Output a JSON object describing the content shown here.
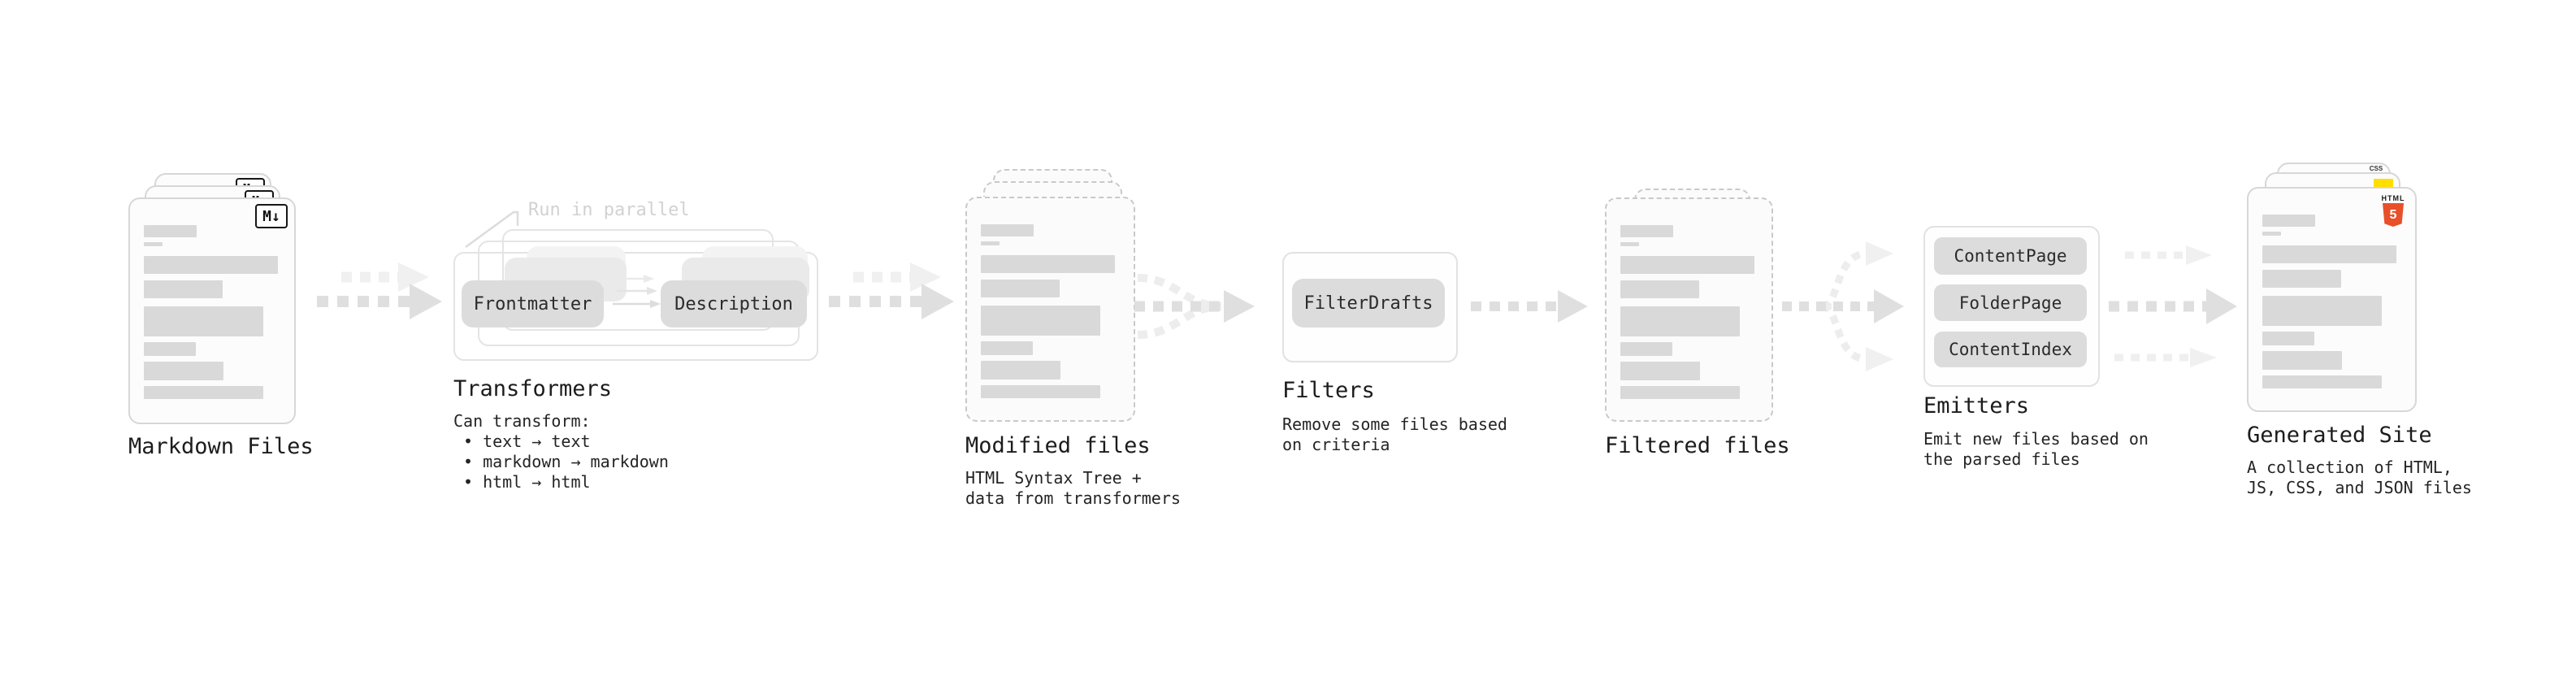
{
  "colors": {
    "placeholder_bar": "#d9d9d9",
    "pill_background": "#dcdcdc",
    "card_border": "#d7d7d7",
    "dashed_border": "#c9c9c9",
    "arrow": "#dfdfdf",
    "arrow_light": "#efefef",
    "annotation_gray": "#d2d2d2",
    "html5_orange": "#e8502a",
    "js_yellow": "#ffdf00",
    "css_blue": "#2b6bdd"
  },
  "stages": {
    "markdown_files": {
      "label": "Markdown Files",
      "badge": "M↓"
    },
    "transformers": {
      "label": "Transformers",
      "annotation": "Run in parallel",
      "pills": [
        "Frontmatter",
        "Description"
      ],
      "description_title": "Can transform:",
      "bullets": [
        "• text → text",
        "• markdown → markdown",
        "• html → html"
      ]
    },
    "modified_files": {
      "label": "Modified files",
      "description": [
        "HTML Syntax Tree +",
        "data from transformers"
      ]
    },
    "filters": {
      "label": "Filters",
      "pills": [
        "FilterDrafts"
      ],
      "description": [
        "Remove some files based",
        "on criteria"
      ]
    },
    "filtered_files": {
      "label": "Filtered files"
    },
    "emitters": {
      "label": "Emitters",
      "pills": [
        "ContentPage",
        "FolderPage",
        "ContentIndex"
      ],
      "description": [
        "Emit new files based on",
        "the parsed files"
      ]
    },
    "generated_site": {
      "label": "Generated Site",
      "description": [
        "A collection of HTML,",
        "JS, CSS, and JSON files"
      ],
      "css_badge": "CSS",
      "html5_word": "HTML",
      "html5_number": "5"
    }
  }
}
